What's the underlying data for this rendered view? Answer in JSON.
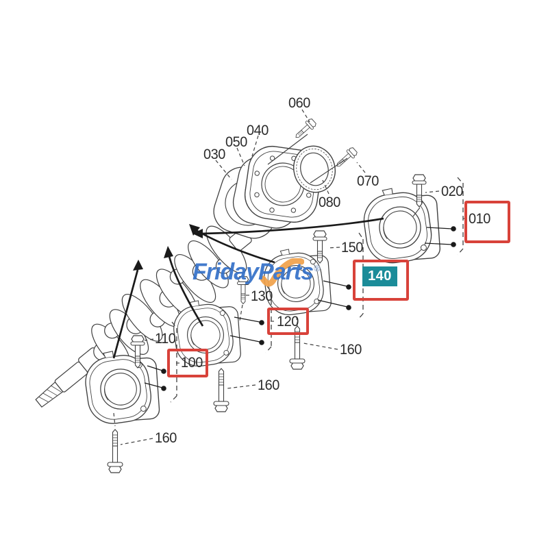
{
  "watermark": {
    "brand_left": "Friday",
    "brand_right": "Parts",
    "registered": "®"
  },
  "part_labels": {
    "p010": "010",
    "p020": "020",
    "p030": "030",
    "p040": "040",
    "p050": "050",
    "p060": "060",
    "p070": "070",
    "p080": "080",
    "p100": "100",
    "p110": "110",
    "p120": "120",
    "p130": "130",
    "p140": "140",
    "p150": "150",
    "p160a": "160",
    "p160b": "160",
    "p160c": "160"
  },
  "badge": {
    "label_part": "140",
    "background": "#1b8c99",
    "text_color": "#ffffff"
  },
  "highlights": {
    "box_color": "#d8423a",
    "boxed_parts": [
      "010",
      "100",
      "120",
      "140"
    ]
  },
  "colors": {
    "line": "#3f3f3f",
    "arrow": "#1a1a1a",
    "label_text": "#2b2b2b",
    "watermark_blue": "#3470c8",
    "watermark_orange": "#f0a14a"
  }
}
